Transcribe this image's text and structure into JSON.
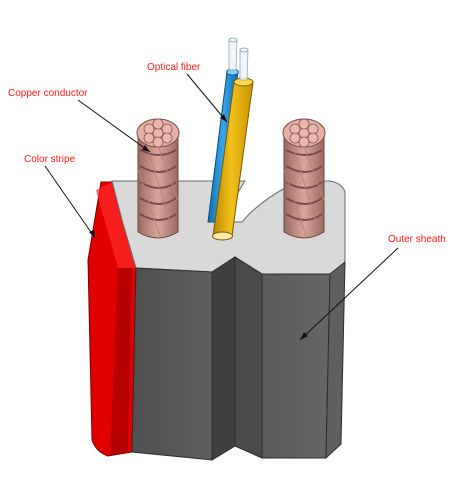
{
  "labels": {
    "optical_fiber": "Optical fiber",
    "copper_conductor": "Copper conductor",
    "color_stripe": "Color stripe",
    "outer_sheath": "Outer sheath"
  },
  "colors": {
    "label_text": "#ff1a1a",
    "stripe_red": "#e00000",
    "stripe_red_dark": "#a80000",
    "sheath_top": "#d9d9d9",
    "sheath_front": "#555555",
    "sheath_front_light": "#666666",
    "sheath_groove": "#3f3f3f",
    "copper": "#d39a90",
    "copper_dark": "#8a5a52",
    "fiber_yellow": "#e6b000",
    "fiber_blue": "#1e8fd6",
    "leader_line": "#111111"
  }
}
